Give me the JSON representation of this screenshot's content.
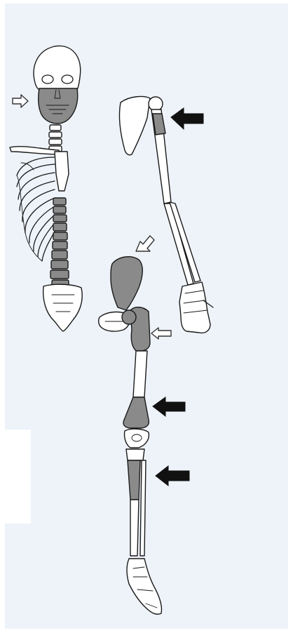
{
  "figure": {
    "background_color": "#edf3f9",
    "line_color": "#1a1a1a",
    "bone_fill": "#ffffff",
    "highlight_fill": "#8a8a8a",
    "solid_arrow_color": "#111111",
    "hollow_arrow_stroke": "#333333"
  },
  "regions": {
    "skull": {
      "state": "highlighted",
      "region": "mandible-and-maxilla"
    },
    "spine": {
      "state": "highlighted",
      "region": "vertebral-column"
    },
    "humerus": {
      "state": "highlighted",
      "region": "proximal-humerus-shaft"
    },
    "pelvis": {
      "state": "highlighted",
      "region": "ilium"
    },
    "femur_proximal": {
      "state": "highlighted",
      "region": "femoral-neck-and-trochanter"
    },
    "femur_distal": {
      "state": "highlighted",
      "region": "distal-femur"
    },
    "tibia": {
      "state": "highlighted",
      "region": "proximal-tibia"
    }
  },
  "arrows": [
    {
      "target": "skull",
      "style": "hollow",
      "direction": "right"
    },
    {
      "target": "humerus",
      "style": "solid",
      "direction": "left"
    },
    {
      "target": "pelvis",
      "style": "hollow",
      "direction": "down-left"
    },
    {
      "target": "femur_proximal",
      "style": "hollow",
      "direction": "left"
    },
    {
      "target": "femur_distal",
      "style": "solid",
      "direction": "left"
    },
    {
      "target": "tibia",
      "style": "solid",
      "direction": "left"
    }
  ]
}
